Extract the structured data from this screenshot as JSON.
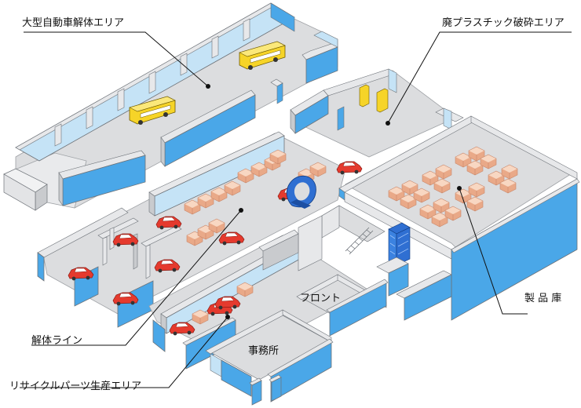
{
  "labels": {
    "dismantle_area": "大型自動車解体エリア",
    "plastic_area": "廃プラスチック破砕エリア",
    "warehouse": "製 品 庫",
    "dismantle_line": "解体ライン",
    "recycle_parts": "リサイクルパーツ生産エリア",
    "front": "フロント",
    "office": "事務所"
  },
  "colors": {
    "wall_blue": "#4aa7e8",
    "wall_blue_light": "#c5e3f6",
    "wall_top": "#e7e8ea",
    "wall_side": "#c9cbce",
    "floor": "#dcdddf",
    "car_red": "#e53a2e",
    "box_peach": "#f3c4a6",
    "bus_yellow": "#f6d428",
    "machine_blue": "#2f6fd2"
  }
}
